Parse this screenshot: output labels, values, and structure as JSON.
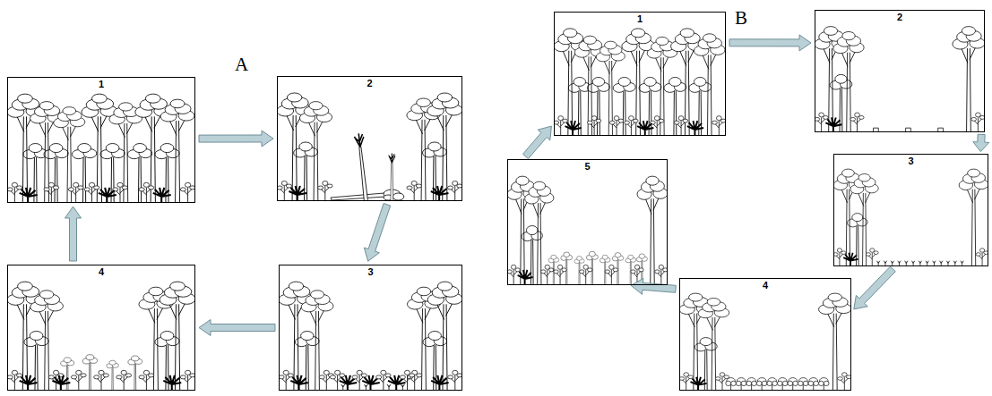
{
  "diagram": {
    "nodes": [
      {
        "text": [
          "1"
        ]
      },
      {
        "text": [
          "2"
        ]
      },
      {
        "text": [
          "3"
        ]
      },
      {
        "text": [
          "4"
        ]
      },
      {
        "text": [
          "1"
        ]
      },
      {
        "text": [
          "2"
        ]
      },
      {
        "text": [
          "3"
        ]
      },
      {
        "text": [
          "4"
        ]
      },
      {
        "text": [
          "5"
        ]
      }
    ],
    "edges": [
      {
        "from": 0,
        "to": 1,
        "arrow": "to"
      },
      {
        "from": 1,
        "to": 2,
        "arrow": "to"
      },
      {
        "from": 2,
        "to": 3,
        "arrow": "to"
      },
      {
        "from": 3,
        "to": 0,
        "arrow": "to"
      },
      {
        "from": 4,
        "to": 5,
        "arrow": "to"
      },
      {
        "from": 5,
        "to": 6,
        "arrow": "to"
      },
      {
        "from": 6,
        "to": 7,
        "arrow": "to"
      },
      {
        "from": 7,
        "to": 8,
        "arrow": "to"
      },
      {
        "from": 8,
        "to": 4,
        "arrow": "to"
      }
    ],
    "labels": [
      "A",
      "B"
    ]
  }
}
